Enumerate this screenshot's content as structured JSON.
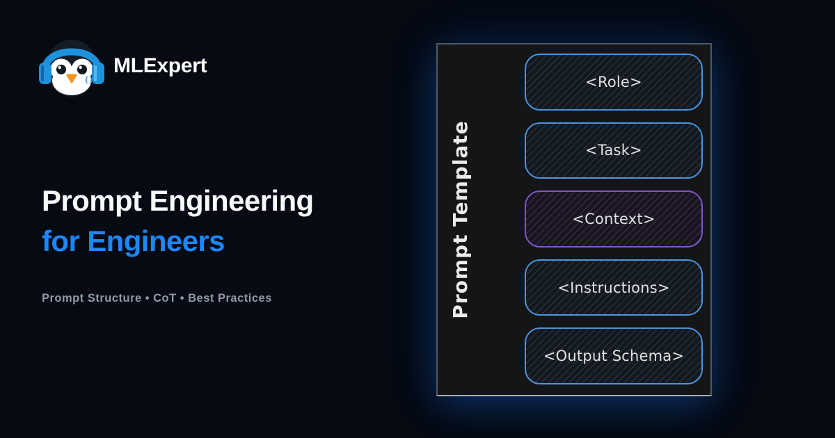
{
  "brand": {
    "name": "MLExpert",
    "logo_icon": "penguin-headphones-icon"
  },
  "hero": {
    "title_line1": "Prompt Engineering",
    "title_line2": "for Engineers",
    "subtitle": "Prompt Structure • CoT • Best Practices"
  },
  "diagram": {
    "title": "Prompt Template",
    "blocks": [
      {
        "label": "<Role>",
        "border_color": "#4b94dc",
        "hatch_color": "rgba(80,140,210,0.30)",
        "fill": "#15181c"
      },
      {
        "label": "<Task>",
        "border_color": "#4b94dc",
        "hatch_color": "rgba(80,140,210,0.30)",
        "fill": "#15181c"
      },
      {
        "label": "<Context>",
        "border_color": "#7e57c9",
        "hatch_color": "rgba(150,110,225,0.30)",
        "fill": "#18151e"
      },
      {
        "label": "<Instructions>",
        "border_color": "#4b94dc",
        "hatch_color": "rgba(80,140,210,0.30)",
        "fill": "#15181c"
      },
      {
        "label": "<Output Schema>",
        "border_color": "#4b94dc",
        "hatch_color": "rgba(80,140,210,0.30)",
        "fill": "#15181c"
      }
    ]
  },
  "colors": {
    "page_background": "#050a13",
    "accent_blue": "#1d86f8",
    "title_white": "#f7f8fa",
    "subtitle_gray": "#9298a6",
    "panel_background": "#141517",
    "block_border_blue": "#4b94dc",
    "block_border_purple": "#7e57c9",
    "logo_blue": "#1e93dd",
    "beak_orange": "#f6941f"
  }
}
